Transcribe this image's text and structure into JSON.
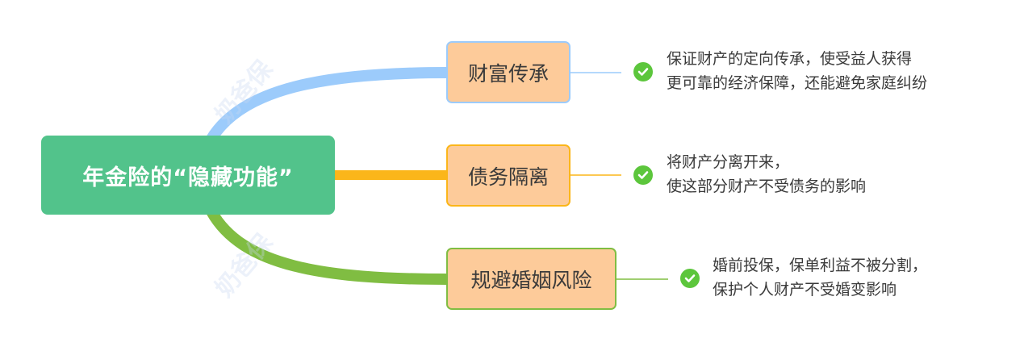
{
  "root": {
    "label": "年金险的“隐藏功能”"
  },
  "branches": [
    {
      "label": "财富传承",
      "color": "#9ccbfb",
      "lines": [
        "保证财产的定向传承，使受益人获得",
        "更可靠的经济保障，还能避免家庭纠纷"
      ]
    },
    {
      "label": "债务隔离",
      "color": "#fbb61a",
      "lines": [
        "将财产分离开来，",
        "使这部分财产不受债务的影响"
      ]
    },
    {
      "label": "规避婚姻风险",
      "color": "#80bd42",
      "lines": [
        "婚前投保，保单利益不被分割，",
        "保护个人财产不受婚变影响"
      ]
    }
  ],
  "icons": {
    "check": "check-circle-icon"
  },
  "watermark": "奶爸保"
}
